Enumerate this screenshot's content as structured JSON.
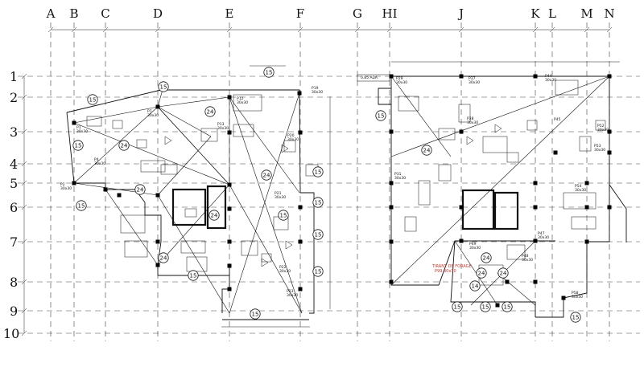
{
  "axes": {
    "letters": [
      "A",
      "B",
      "C",
      "D",
      "E",
      "F",
      "G",
      "HI",
      "J",
      "K",
      "L",
      "M",
      "N"
    ],
    "numbers": [
      "1",
      "2",
      "3",
      "4",
      "5",
      "6",
      "7",
      "8",
      "9",
      "10"
    ]
  },
  "tags": [
    "15",
    "15",
    "15",
    "15",
    "15",
    "15",
    "15",
    "15",
    "15",
    "15",
    "15",
    "15",
    "15",
    "15",
    "15",
    "15",
    "15",
    "24",
    "24",
    "24",
    "24",
    "24",
    "24",
    "24",
    "24",
    "24",
    "24",
    "14"
  ],
  "labels": {
    "p1": "P1",
    "p1_size": "30x30",
    "p2": "P2",
    "p2_size": "30x30",
    "p4": "P4",
    "p4_size": "30x30",
    "p7": "P7",
    "p7_size": "30x30",
    "p12": "P12",
    "p12_size": "30x30",
    "p13": "P13",
    "p13_size": "30x30",
    "p19": "P19",
    "p19_size": "30x30",
    "p20": "P20",
    "p20_size": "30x30",
    "p21": "P21",
    "p21_size": "30x30",
    "p22": "P22",
    "p22_size": "30x30",
    "p23": "P23",
    "p23_size": "30x30",
    "p29": "P29",
    "p29_size": "30x30",
    "p31": "P31",
    "p31_size": "30x30",
    "p37": "P37",
    "p37_size": "30x30",
    "p38": "P38",
    "p38_size": "30x30",
    "p44": "P44",
    "p44_size": "30x30",
    "p45": "P45",
    "p47": "P47",
    "p47_size": "30x30",
    "p48": "P48",
    "p48_size": "30x30",
    "p49": "P49",
    "p49_size": "30x30",
    "p52": "P52",
    "p52_size": "30x30",
    "p53": "P53",
    "p53_size": "30x30",
    "p54": "P54",
    "p54_size": "30x30",
    "p58": "P58",
    "p58_size": "30x30",
    "elev": "0.85 ADA",
    "red_note_1": "TIRANT DE FORAGE",
    "red_note_2": "P99 30x30"
  }
}
